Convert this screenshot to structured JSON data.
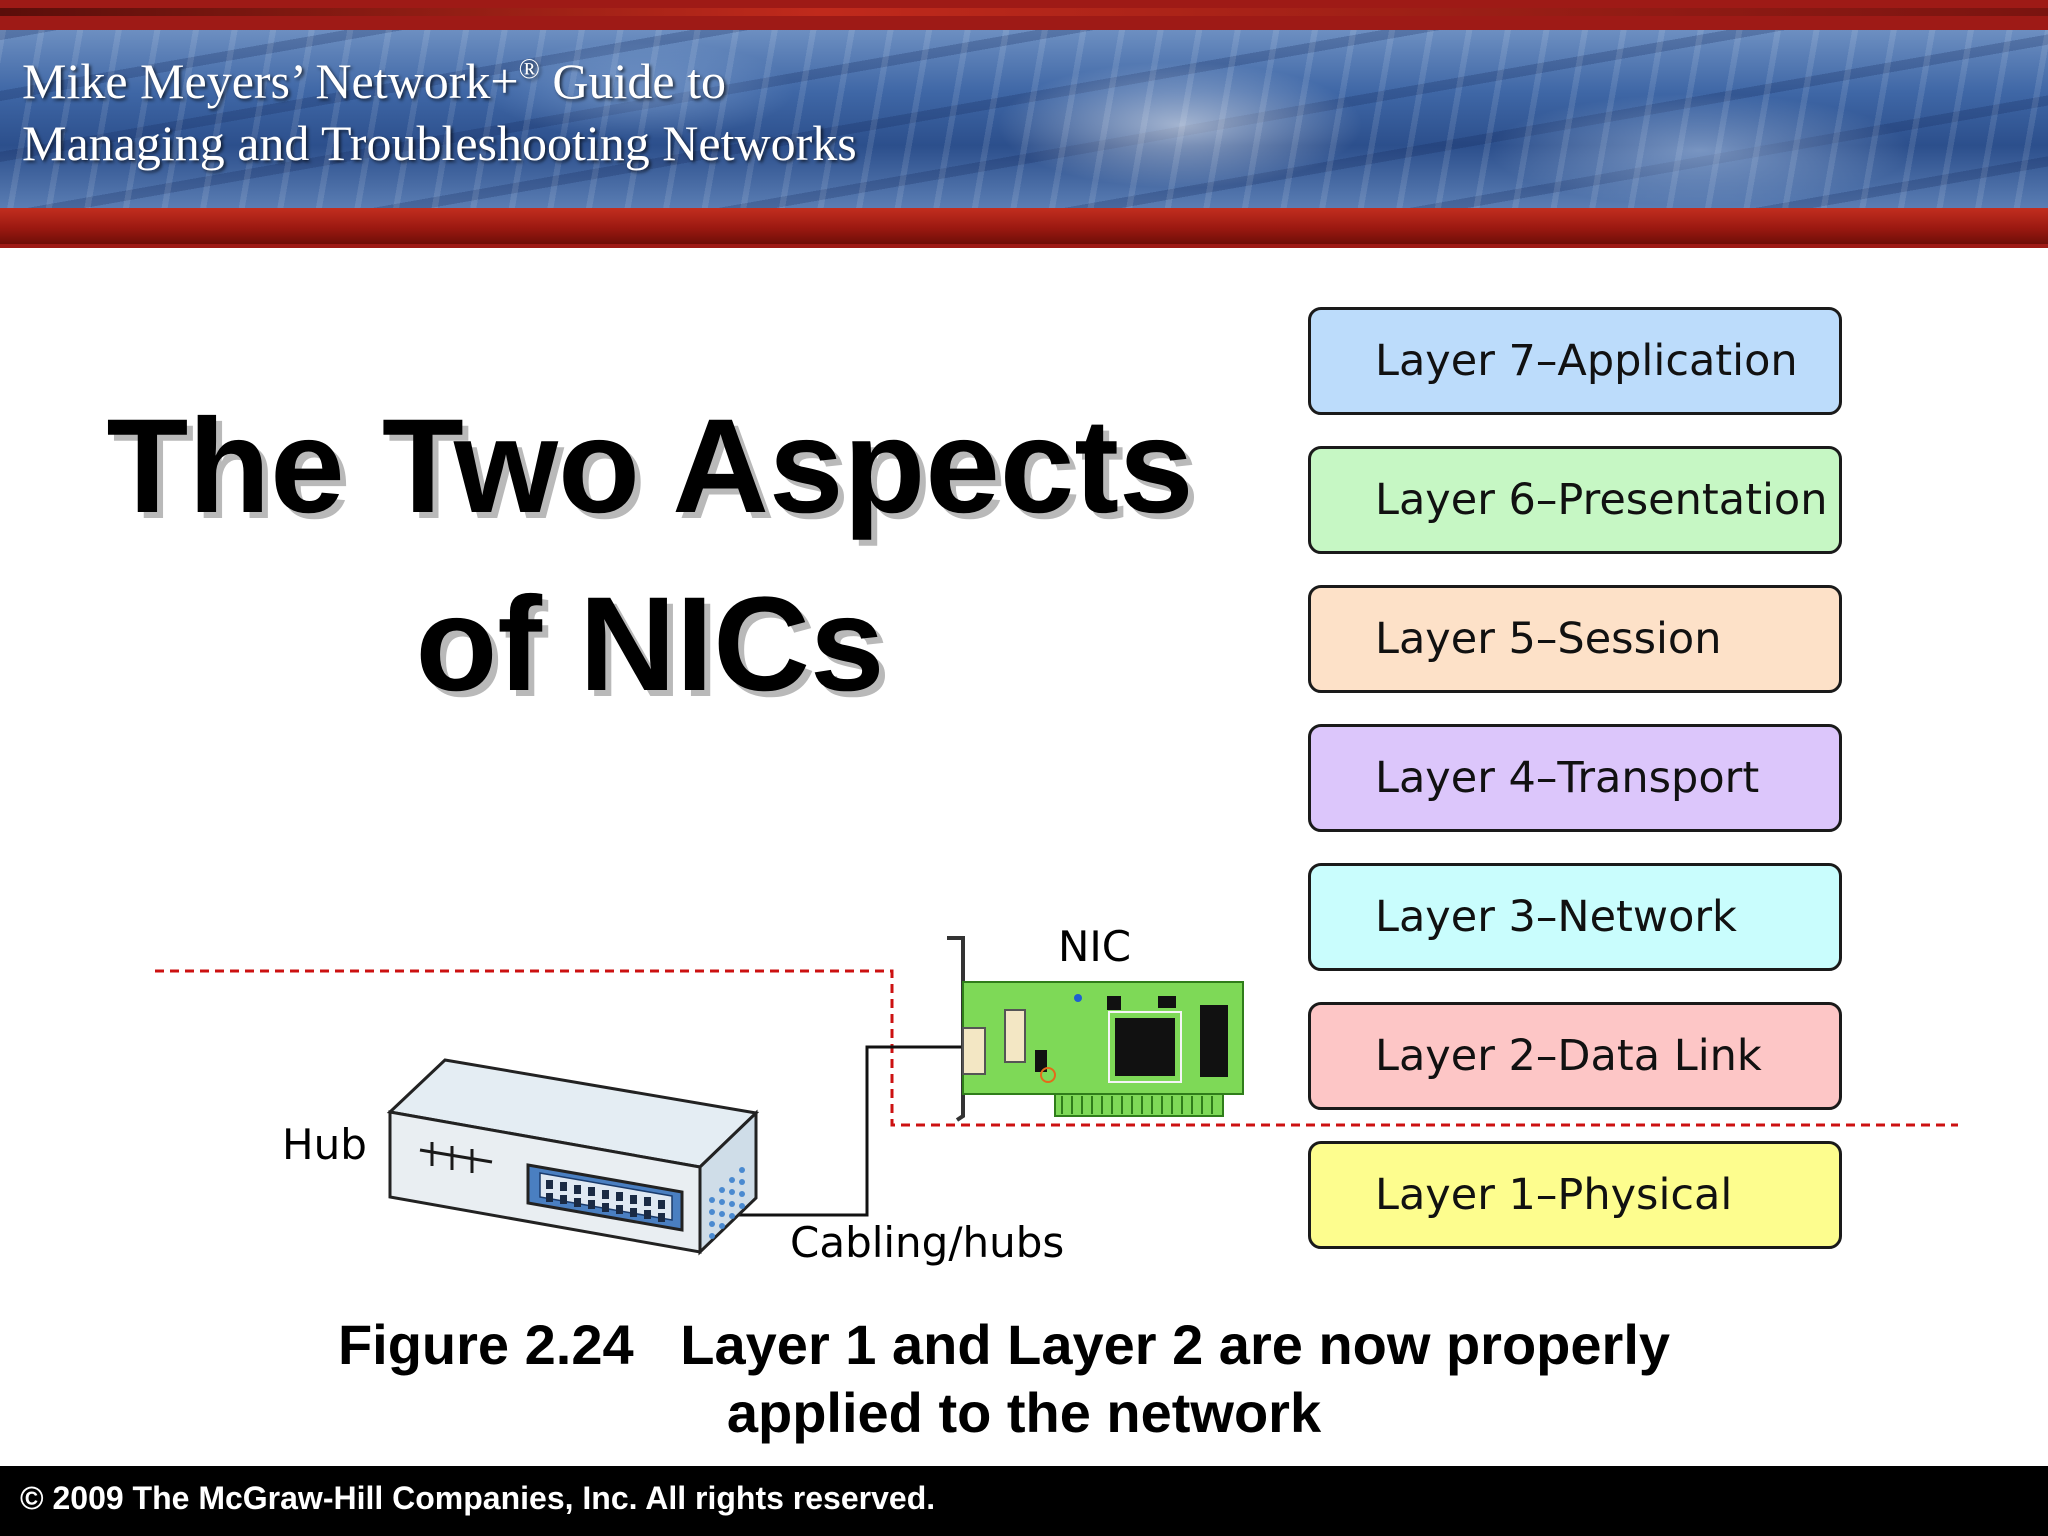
{
  "banner": {
    "line1": "Mike Meyers’ Network+",
    "line1_mark": "®",
    "line1_tail": " Guide to",
    "line2": "Managing and Troubleshooting Networks"
  },
  "title": {
    "line1": "The Two Aspects",
    "line2": "of NICs"
  },
  "osi_layers": [
    {
      "label": "Layer 7–Application",
      "color": "#bcdcfb"
    },
    {
      "label": "Layer 6–Presentation",
      "color": "#c6f7c4"
    },
    {
      "label": "Layer 5–Session",
      "color": "#fde1c8"
    },
    {
      "label": "Layer 4–Transport",
      "color": "#dcc6fb"
    },
    {
      "label": "Layer 3–Network",
      "color": "#c9fdfd"
    },
    {
      "label": "Layer 2–Data Link",
      "color": "#fdc6c6"
    },
    {
      "label": "Layer 1–Physical",
      "color": "#fdfd8e"
    }
  ],
  "diagram": {
    "nic_label": "NIC",
    "hub_label": "Hub",
    "cabling_label": "Cabling/hubs",
    "boundary_color": "#cc1111",
    "nic_board_color": "#7ed957"
  },
  "caption": {
    "line1": "Figure 2.24   Layer 1 and Layer 2 are now properly",
    "line2": "applied to the network"
  },
  "footer": {
    "copyright": "© 2009 The McGraw-Hill Companies, Inc. All rights reserved."
  }
}
